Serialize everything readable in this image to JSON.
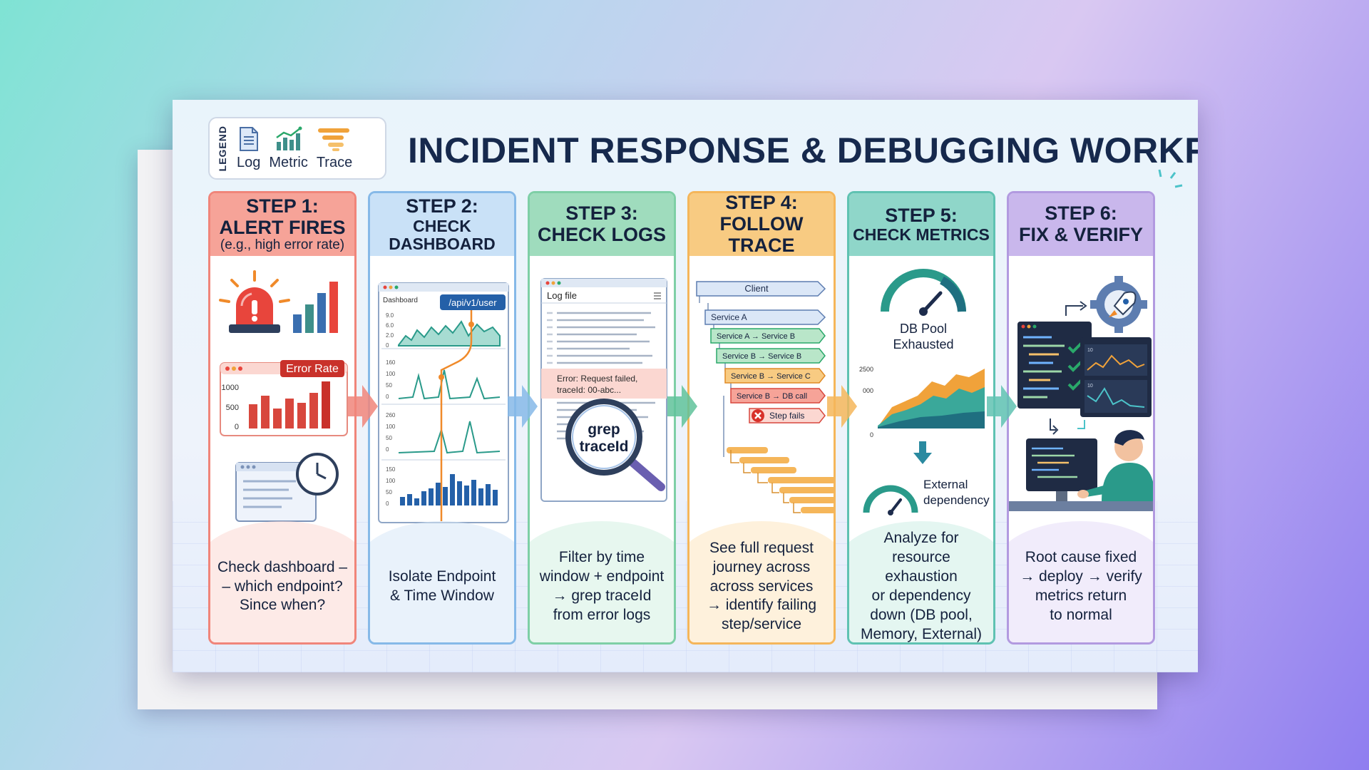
{
  "title": "INCIDENT RESPONSE & DEBUGGING  WORKFLOW",
  "legend": {
    "heading": "LEGEND",
    "items": [
      {
        "icon": "log-document-icon",
        "label": "Log"
      },
      {
        "icon": "metric-chart-icon",
        "label": "Metric"
      },
      {
        "icon": "trace-bars-icon",
        "label": "Trace"
      }
    ]
  },
  "steps": [
    {
      "heading": "STEP 1:",
      "name": "ALERT FIRES",
      "subtitle": "(e.g., high error rate)",
      "color": "#f0857a",
      "illustration": {
        "badge": "Error Rate",
        "ticks": [
          "1000",
          "500",
          "0"
        ]
      },
      "description": "Check dashboard –\n– which endpoint?\nSince when?"
    },
    {
      "heading": "STEP 2:",
      "name": "CHECK DASHBOARD",
      "color": "#86b9e8",
      "illustration": {
        "window_title": "Dashboard",
        "endpoint": "/api/v1/user",
        "panel1_ticks": [
          "9.0",
          "6.0",
          "2.0",
          "0"
        ],
        "panel2_ticks": [
          "160",
          "100",
          "50",
          "0"
        ],
        "panel3_ticks": [
          "260",
          "100",
          "50",
          "0"
        ],
        "panel4_ticks": [
          "150",
          "100",
          "50",
          "0"
        ]
      },
      "description": "Isolate Endpoint\n& Time Window"
    },
    {
      "heading": "STEP 3:",
      "name": "CHECK LOGS",
      "color": "#7ecfa6",
      "illustration": {
        "window_title": "Log file",
        "error_line_1": "Error: Request failed,",
        "error_line_2": "traceId: 00-abc...",
        "lens_line_1": "grep",
        "lens_line_2": "traceId"
      },
      "description": "Filter by time\nwindow + endpoint\n→ grep traceId\nfrom error logs"
    },
    {
      "heading": "STEP 4:",
      "name": "FOLLOW TRACE",
      "color": "#f5b65a",
      "illustration": {
        "spans": [
          "Client",
          "Service A",
          "Service A → Service B",
          "Service B → Service B",
          "Service B → Service C",
          "Service B → DB call",
          "Step fails"
        ]
      },
      "description": "See full request\njourney across\nacross services\n→ identify failing\nstep/service"
    },
    {
      "heading": "STEP 5:",
      "name": "CHECK METRICS",
      "color": "#5fc2b2",
      "illustration": {
        "gauge_label_1": "DB Pool",
        "gauge_label_2": "Exhausted",
        "area_ticks": [
          "2500",
          "000",
          "0"
        ],
        "external_1": "External",
        "external_2": "dependency"
      },
      "description": "Analyze for\nresource exhaustion\nor dependency\ndown (DB pool,\nMemory, External)"
    },
    {
      "heading": "STEP 6:",
      "name": "FIX & VERIFY",
      "color": "#b29ae0",
      "illustration": {
        "chart_ticks_a": [
          "10"
        ],
        "chart_ticks_b": [
          "10"
        ]
      },
      "description": "Root cause fixed\n→ deploy → verify\nmetrics return\nto normal"
    }
  ]
}
